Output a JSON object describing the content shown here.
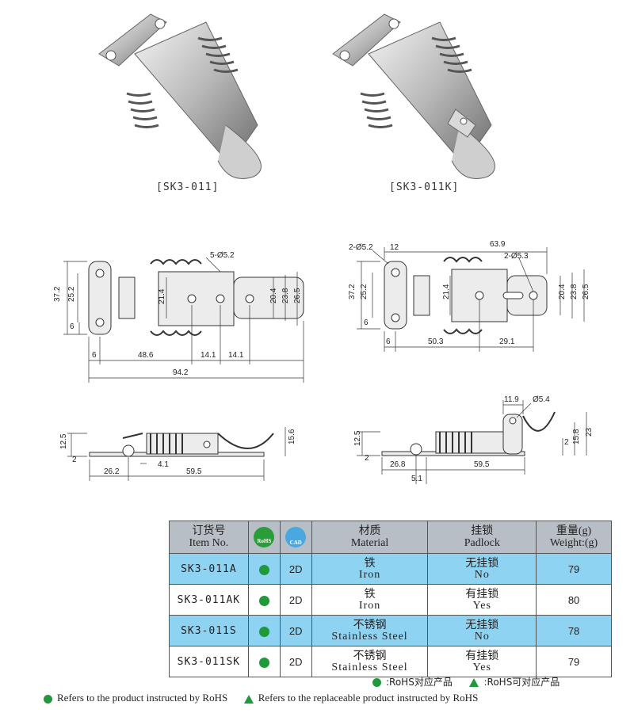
{
  "products": {
    "left_caption": "[SK3-011]",
    "right_caption": "[SK3-011K]"
  },
  "drawing_top_left": {
    "d_hole": "5-Ø5.2",
    "d_37_2": "37.2",
    "d_25_2": "25.2",
    "d_6_v": "6",
    "d_21_4": "21.4",
    "d_20_4": "20.4",
    "d_23_8": "23.8",
    "d_26_5": "26.5",
    "d_6_h": "6",
    "d_48_6": "48.6",
    "d_14_1a": "14.1",
    "d_14_1b": "14.1",
    "d_94_2": "94.2"
  },
  "drawing_top_right": {
    "d_hole_a": "2-Ø5.2",
    "d_12": "12",
    "d_63_9": "63.9",
    "d_hole_b": "2-Ø5.3",
    "d_37_2": "37.2",
    "d_25_2": "25.2",
    "d_6_v": "6",
    "d_21_4": "21.4",
    "d_20_4": "20.4",
    "d_23_8": "23.8",
    "d_26_5": "26.5",
    "d_6_h": "6",
    "d_50_3": "50.3",
    "d_29_1": "29.1"
  },
  "drawing_bottom_left": {
    "d_12_5": "12.5",
    "d_2": "2",
    "d_15_6": "15.6",
    "d_4_1": "4.1",
    "d_26_2": "26.2",
    "d_59_5": "59.5"
  },
  "drawing_bottom_right": {
    "d_11_9": "11.9",
    "d_5_4": "Ø5.4",
    "d_12_5": "12.5",
    "d_2a": "2",
    "d_2b": "2",
    "d_15_8": "15.8",
    "d_23": "23",
    "d_26_8": "26.8",
    "d_59_5": "59.5",
    "d_5_1": "5.1"
  },
  "table": {
    "headers": {
      "item_cn": "订货号",
      "item_en": "Item No.",
      "rohs_label": "RoHS",
      "cad_label": "CAD",
      "material_cn": "材质",
      "material_en": "Material",
      "padlock_cn": "挂锁",
      "padlock_en": "Padlock",
      "weight_cn": "重量(g)",
      "weight_en": "Weight:(g)"
    },
    "rows": [
      {
        "item": "SK3-011A",
        "cad": "2D",
        "material_cn": "铁",
        "material_en": "Iron",
        "padlock_cn": "无挂锁",
        "padlock_en": "No",
        "weight": "79"
      },
      {
        "item": "SK3-011AK",
        "cad": "2D",
        "material_cn": "铁",
        "material_en": "Iron",
        "padlock_cn": "有挂锁",
        "padlock_en": "Yes",
        "weight": "80"
      },
      {
        "item": "SK3-011S",
        "cad": "2D",
        "material_cn": "不锈钢",
        "material_en": "Stainless Steel",
        "padlock_cn": "无挂锁",
        "padlock_en": "No",
        "weight": "78"
      },
      {
        "item": "SK3-011SK",
        "cad": "2D",
        "material_cn": "不锈钢",
        "material_en": "Stainless Steel",
        "padlock_cn": "有挂锁",
        "padlock_en": "Yes",
        "weight": "79"
      }
    ],
    "row_colors": [
      "#8fd3f2",
      "#ffffff",
      "#8fd3f2",
      "#ffffff"
    ]
  },
  "legend": {
    "cn_rohs": ":RoHS对应产品",
    "cn_replace": ":RoHS可对应产品",
    "en_rohs": "Refers to the product instructed by RoHS",
    "en_replace": "Refers to the replaceable product instructed by RoHS"
  },
  "colors": {
    "rohs_green": "#1f9a3a",
    "row_blue": "#8fd3f2",
    "header_gray": "#b8bec6"
  }
}
